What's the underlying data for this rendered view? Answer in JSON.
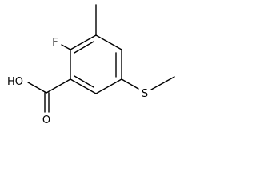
{
  "molecule": {
    "atoms": {
      "fluorine": "F",
      "hydroxyl": "HO",
      "carbonyl_oxygen": "O",
      "sulfur": "S"
    }
  },
  "colors": {
    "bond": "#000000",
    "background": "#ffffff"
  }
}
